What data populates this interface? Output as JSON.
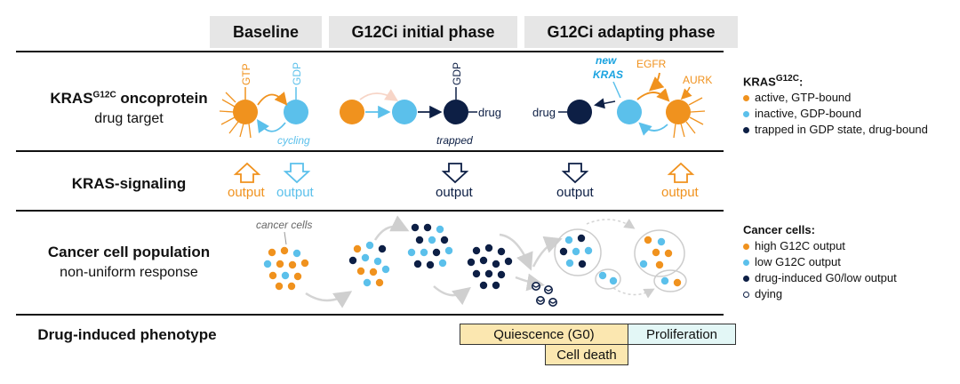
{
  "headers": {
    "baseline": "Baseline",
    "initial": "G12Ci initial phase",
    "adapting": "G12Ci adapting phase"
  },
  "rows": {
    "oncoprotein": {
      "main": "KRAS",
      "sup": "G12C",
      "rest": " oncoprotein",
      "sub": "drug target"
    },
    "signaling": {
      "main": "KRAS-signaling"
    },
    "population": {
      "main": "Cancer cell population",
      "sub": "non-uniform response"
    },
    "phenotype": {
      "main": "Drug-induced phenotype"
    }
  },
  "diagram_labels": {
    "gtp": "GTP",
    "gdp": "GDP",
    "cycling": "cycling",
    "drug": "drug",
    "trapped": "trapped",
    "new_kras_1": "new",
    "new_kras_2": "KRAS",
    "egfr": "EGFR",
    "aurk": "AURK",
    "output": "output",
    "cancer_cells": "cancer cells"
  },
  "legend_kras": {
    "title_main": "KRAS",
    "title_sup": "G12C",
    "title_end": ":",
    "items": [
      {
        "label": "active, GTP-bound",
        "color": "#f0921e"
      },
      {
        "label": "inactive, GDP-bound",
        "color": "#5bc0eb"
      },
      {
        "label": "trapped in GDP state, drug-bound",
        "color": "#0d1f45"
      }
    ]
  },
  "legend_cells": {
    "title": "Cancer cells:",
    "items": [
      {
        "label": "high G12C output",
        "color": "#f0921e"
      },
      {
        "label": "low G12C output",
        "color": "#5bc0eb"
      },
      {
        "label": "drug-induced G0/low output",
        "color": "#0d1f45"
      },
      {
        "label": "dying",
        "color": "dying"
      }
    ]
  },
  "phenotypes": {
    "quiescence": {
      "label": "Quiescence (G0)",
      "color": "#fbe7b0"
    },
    "proliferation": {
      "label": "Proliferation",
      "color": "#e3f7f6"
    },
    "death": {
      "label": "Cell death",
      "color": "#fbe7b0"
    }
  },
  "colors": {
    "orange": "#f0921e",
    "blue": "#5bc0eb",
    "navy": "#0d1f45",
    "gray": "#cfcfcf"
  }
}
